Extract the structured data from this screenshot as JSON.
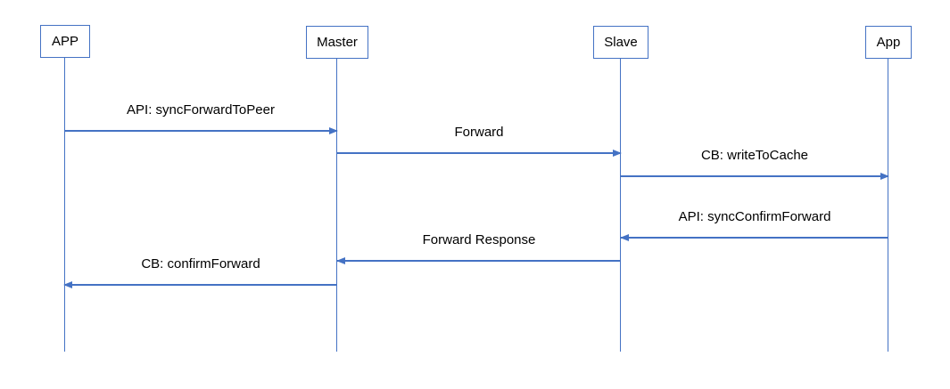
{
  "diagram": {
    "type": "sequence-diagram",
    "actors": [
      {
        "label": "APP"
      },
      {
        "label": "Master"
      },
      {
        "label": "Slave"
      },
      {
        "label": "App"
      }
    ],
    "messages": [
      {
        "label": "API: syncForwardToPeer",
        "from": "APP",
        "to": "Master",
        "direction": "right"
      },
      {
        "label": "Forward",
        "from": "Master",
        "to": "Slave",
        "direction": "right"
      },
      {
        "label": "CB: writeToCache",
        "from": "Slave",
        "to": "App",
        "direction": "right"
      },
      {
        "label": "API: syncConfirmForward",
        "from": "App",
        "to": "Slave",
        "direction": "left"
      },
      {
        "label": "Forward Response",
        "from": "Slave",
        "to": "Master",
        "direction": "left"
      },
      {
        "label": "CB: confirmForward",
        "from": "Master",
        "to": "APP",
        "direction": "left"
      }
    ],
    "colors": {
      "line": "#4472C4",
      "text": "#000000",
      "box_fill": "#FFFFFF"
    }
  }
}
